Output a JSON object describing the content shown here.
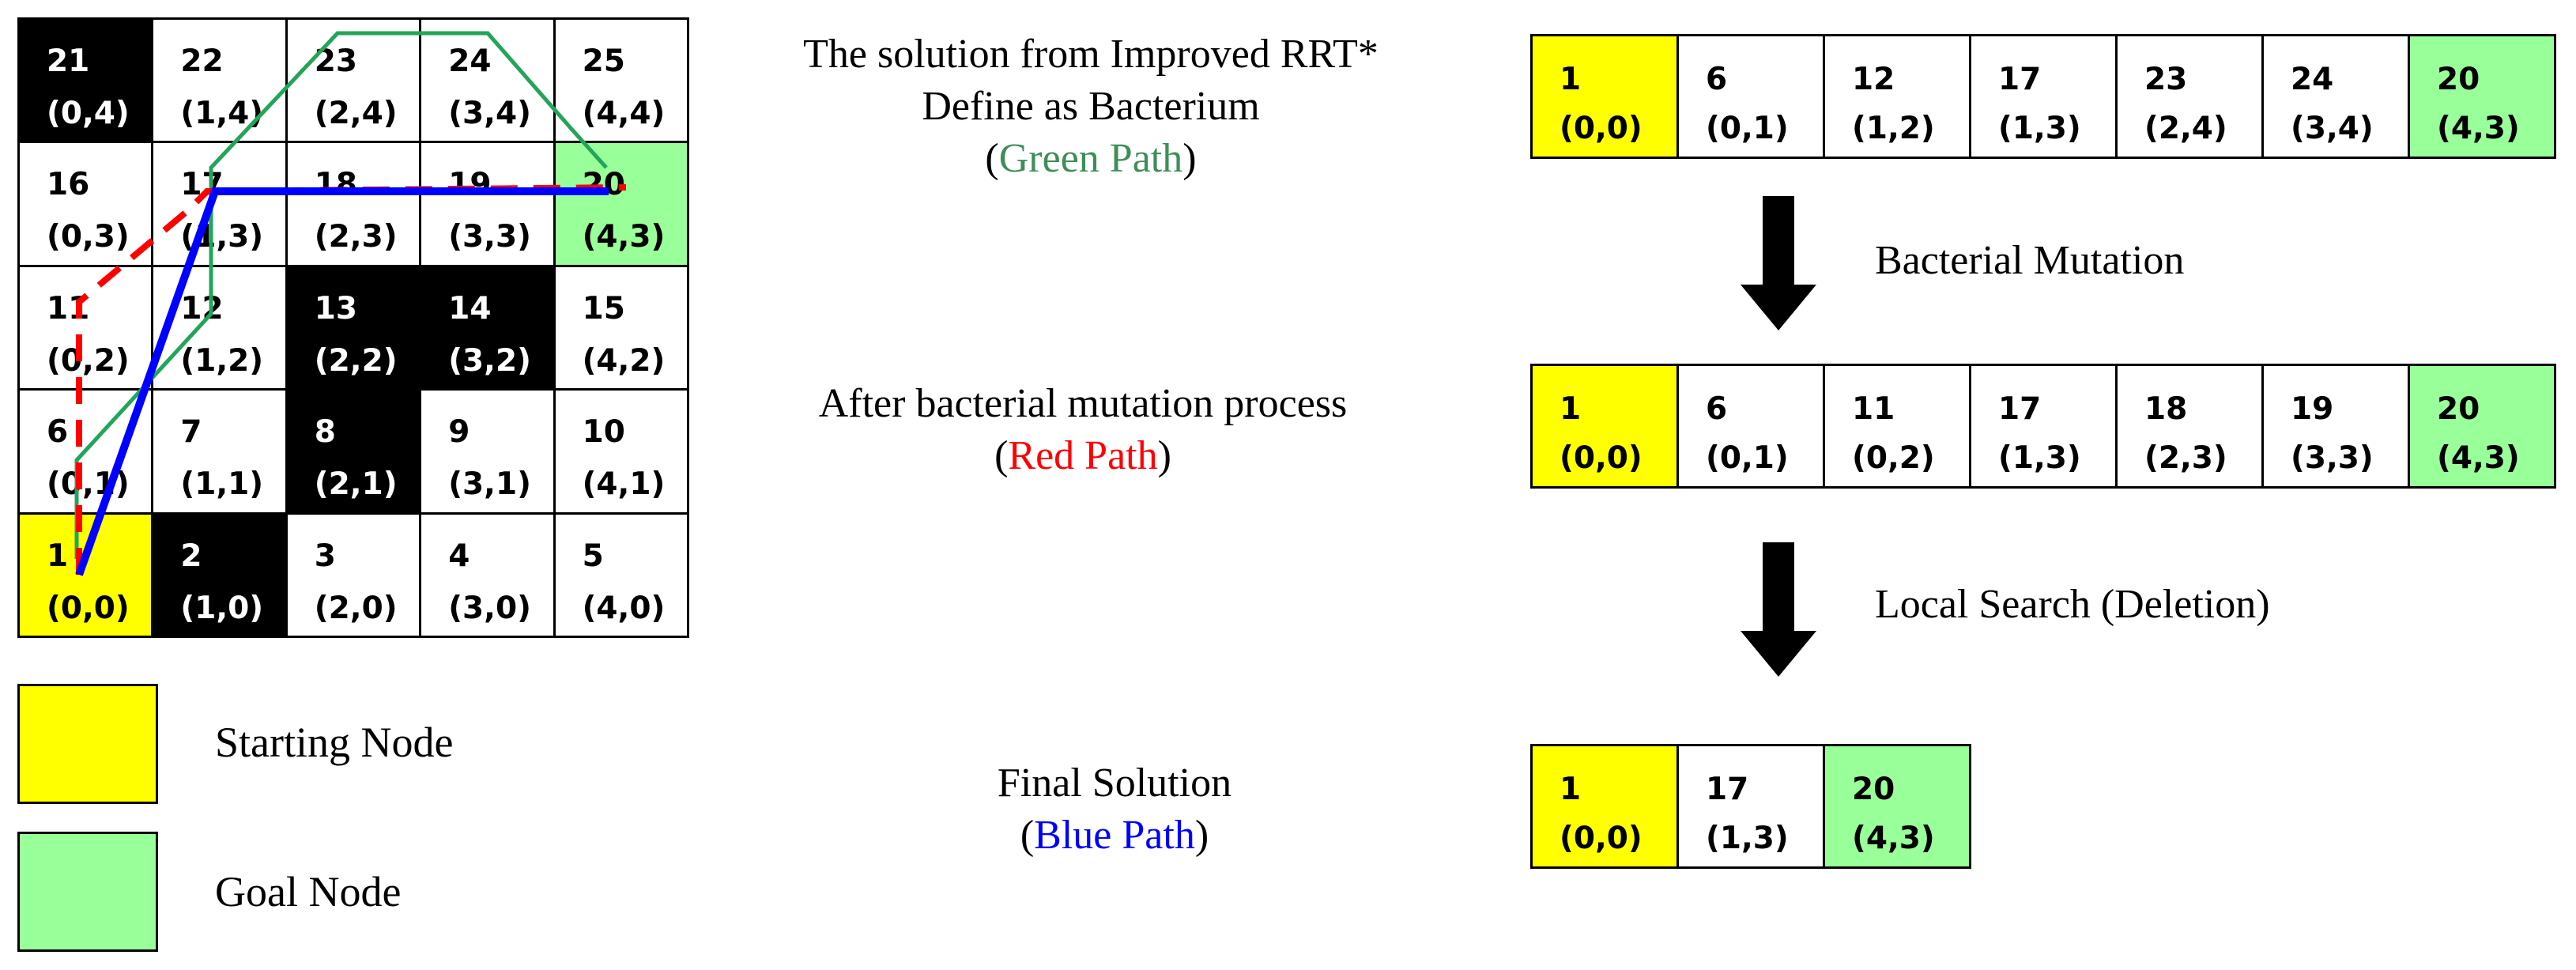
{
  "grid": {
    "rows": [
      [
        {
          "id": "21",
          "coord": "(0,4)",
          "type": "obstacle"
        },
        {
          "id": "22",
          "coord": "(1,4)",
          "type": "free"
        },
        {
          "id": "23",
          "coord": "(2,4)",
          "type": "free"
        },
        {
          "id": "24",
          "coord": "(3,4)",
          "type": "free"
        },
        {
          "id": "25",
          "coord": "(4,4)",
          "type": "free"
        }
      ],
      [
        {
          "id": "16",
          "coord": "(0,3)",
          "type": "free"
        },
        {
          "id": "17",
          "coord": "(1,3)",
          "type": "free"
        },
        {
          "id": "18",
          "coord": "(2,3)",
          "type": "free"
        },
        {
          "id": "19",
          "coord": "(3,3)",
          "type": "free"
        },
        {
          "id": "20",
          "coord": "(4,3)",
          "type": "goal"
        }
      ],
      [
        {
          "id": "11",
          "coord": "(0,2)",
          "type": "free"
        },
        {
          "id": "12",
          "coord": "(1,2)",
          "type": "free"
        },
        {
          "id": "13",
          "coord": "(2,2)",
          "type": "obstacle"
        },
        {
          "id": "14",
          "coord": "(3,2)",
          "type": "obstacle"
        },
        {
          "id": "15",
          "coord": "(4,2)",
          "type": "free"
        }
      ],
      [
        {
          "id": "6",
          "coord": "(0,1)",
          "type": "free"
        },
        {
          "id": "7",
          "coord": "(1,1)",
          "type": "free"
        },
        {
          "id": "8",
          "coord": "(2,1)",
          "type": "obstacle"
        },
        {
          "id": "9",
          "coord": "(3,1)",
          "type": "free"
        },
        {
          "id": "10",
          "coord": "(4,1)",
          "type": "free"
        }
      ],
      [
        {
          "id": "1",
          "coord": "(0,0)",
          "type": "start"
        },
        {
          "id": "2",
          "coord": "(1,0)",
          "type": "obstacle"
        },
        {
          "id": "3",
          "coord": "(2,0)",
          "type": "free"
        },
        {
          "id": "4",
          "coord": "(3,0)",
          "type": "free"
        },
        {
          "id": "5",
          "coord": "(4,0)",
          "type": "free"
        }
      ]
    ]
  },
  "paths": {
    "green": {
      "color": "#22a55a",
      "nodes": [
        1,
        6,
        12,
        17,
        23,
        24,
        20
      ]
    },
    "red": {
      "color": "#ff0000",
      "nodes": [
        1,
        6,
        11,
        17,
        18,
        19,
        20
      ]
    },
    "blue": {
      "color": "#0000ff",
      "nodes": [
        1,
        17,
        20
      ]
    }
  },
  "legend": {
    "start": {
      "label": "Starting Node",
      "color": "#ffff00"
    },
    "goal": {
      "label": "Goal Node",
      "color": "#99ff99"
    }
  },
  "captions": {
    "green": {
      "line1": "The solution from Improved RRT*",
      "line2": "Define as Bacterium",
      "open": "(",
      "path": "Green Path",
      "close": ")",
      "color": "#3e8e57"
    },
    "red": {
      "line1": "After bacterial mutation process",
      "open": "(",
      "path": "Red Path",
      "close": ")",
      "color": "#ff0000"
    },
    "blue": {
      "line1": "Final Solution",
      "open": "(",
      "path": "Blue Path",
      "close": ")",
      "color": "#0000ff"
    }
  },
  "steps": {
    "mutation": "Bacterial Mutation",
    "deletion": "Local Search (Deletion)"
  },
  "sequences": {
    "bacterium": [
      {
        "id": "1",
        "coord": "(0,0)",
        "type": "start"
      },
      {
        "id": "6",
        "coord": "(0,1)",
        "type": "free"
      },
      {
        "id": "12",
        "coord": "(1,2)",
        "type": "free"
      },
      {
        "id": "17",
        "coord": "(1,3)",
        "type": "free"
      },
      {
        "id": "23",
        "coord": "(2,4)",
        "type": "free"
      },
      {
        "id": "24",
        "coord": "(3,4)",
        "type": "free"
      },
      {
        "id": "20",
        "coord": "(4,3)",
        "type": "goal"
      }
    ],
    "mutated": [
      {
        "id": "1",
        "coord": "(0,0)",
        "type": "start"
      },
      {
        "id": "6",
        "coord": "(0,1)",
        "type": "free"
      },
      {
        "id": "11",
        "coord": "(0,2)",
        "type": "free"
      },
      {
        "id": "17",
        "coord": "(1,3)",
        "type": "free"
      },
      {
        "id": "18",
        "coord": "(2,3)",
        "type": "free"
      },
      {
        "id": "19",
        "coord": "(3,3)",
        "type": "free"
      },
      {
        "id": "20",
        "coord": "(4,3)",
        "type": "goal"
      }
    ],
    "final": [
      {
        "id": "1",
        "coord": "(0,0)",
        "type": "start"
      },
      {
        "id": "17",
        "coord": "(1,3)",
        "type": "free"
      },
      {
        "id": "20",
        "coord": "(4,3)",
        "type": "goal"
      }
    ]
  }
}
